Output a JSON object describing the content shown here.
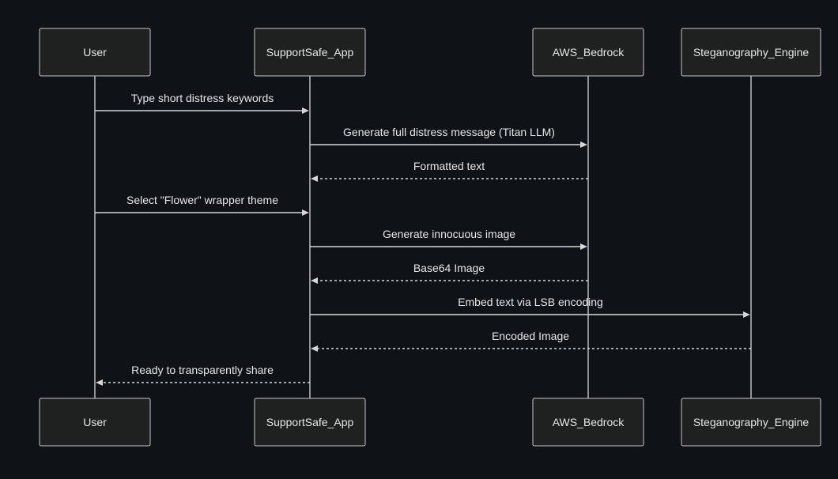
{
  "theme": {
    "background": "#0f1217",
    "actor_fill": "#1f2020",
    "actor_stroke": "#c8c8c8",
    "line_color": "#d6d6d6",
    "text_color": "#e6e6e6"
  },
  "participants": [
    {
      "id": "user",
      "label": "User"
    },
    {
      "id": "app",
      "label": "SupportSafe_App"
    },
    {
      "id": "bedrock",
      "label": "AWS_Bedrock"
    },
    {
      "id": "stego",
      "label": "Steganography_Engine"
    }
  ],
  "messages": [
    {
      "from": "user",
      "to": "app",
      "label": "Type short distress keywords",
      "style": "solid"
    },
    {
      "from": "app",
      "to": "bedrock",
      "label": "Generate full distress message (Titan LLM)",
      "style": "solid"
    },
    {
      "from": "bedrock",
      "to": "app",
      "label": "Formatted text",
      "style": "dotted"
    },
    {
      "from": "user",
      "to": "app",
      "label": "Select \"Flower\" wrapper theme",
      "style": "solid"
    },
    {
      "from": "app",
      "to": "bedrock",
      "label": "Generate innocuous image",
      "style": "solid"
    },
    {
      "from": "bedrock",
      "to": "app",
      "label": "Base64 Image",
      "style": "dotted"
    },
    {
      "from": "app",
      "to": "stego",
      "label": "Embed text via LSB encoding",
      "style": "solid"
    },
    {
      "from": "stego",
      "to": "app",
      "label": "Encoded Image",
      "style": "dotted"
    },
    {
      "from": "app",
      "to": "user",
      "label": "Ready to transparently share",
      "style": "dotted"
    }
  ]
}
